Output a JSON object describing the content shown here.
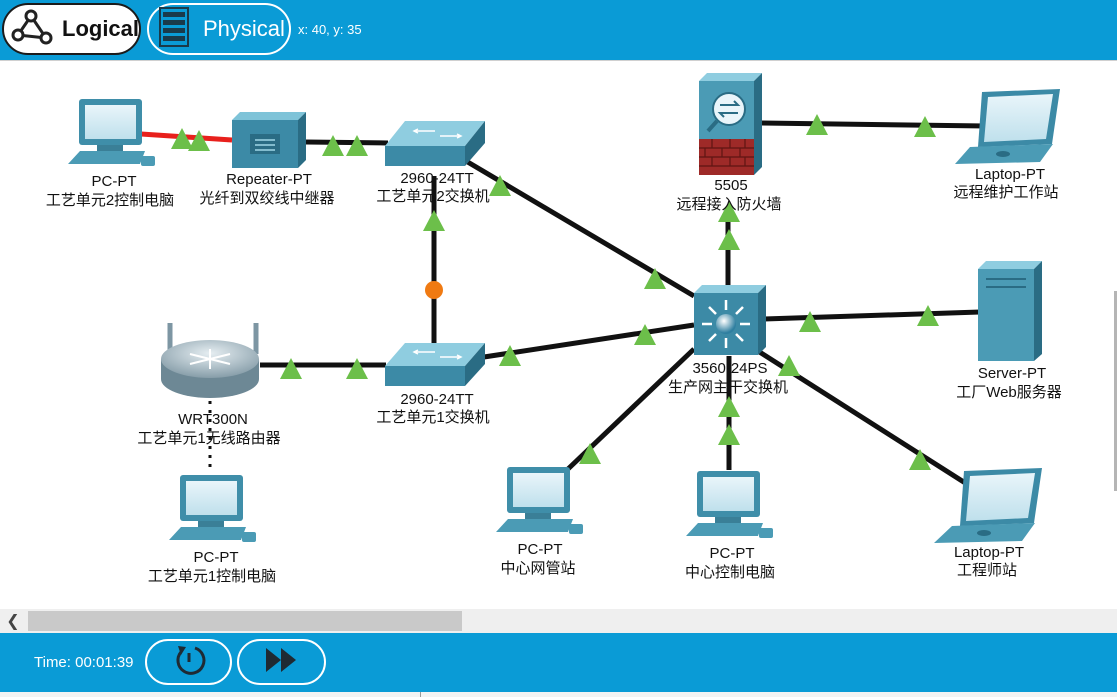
{
  "toolbar": {
    "logical_label": "Logical",
    "physical_label": "Physical",
    "coordinates": "x: 40, y: 35"
  },
  "bottom": {
    "time_text": "Time: 00:01:39"
  },
  "devices": {
    "pc2": {
      "model": "PC-PT",
      "name": "工艺单元2控制电脑"
    },
    "repeater": {
      "model": "Repeater-PT",
      "name": "光纤到双绞线中继器"
    },
    "sw2": {
      "model": "2960-24TT",
      "name": "工艺单元2交换机"
    },
    "firewall": {
      "model": "5505",
      "name": "远程接入防火墙"
    },
    "laptop_remote": {
      "model": "Laptop-PT",
      "name": "远程维护工作站"
    },
    "router": {
      "model": "WRT300N",
      "name": "工艺单元1无线路由器"
    },
    "sw1": {
      "model": "2960-24TT",
      "name": "工艺单元1交换机"
    },
    "core": {
      "model": "3560-24PS",
      "name": "生产网主干交换机"
    },
    "server": {
      "model": "Server-PT",
      "name": "工厂Web服务器"
    },
    "pc1": {
      "model": "PC-PT",
      "name": "工艺单元1控制电脑"
    },
    "pc_nms": {
      "model": "PC-PT",
      "name": "中心网管站"
    },
    "pc_center": {
      "model": "PC-PT",
      "name": "中心控制电脑"
    },
    "laptop_eng": {
      "model": "Laptop-PT",
      "name": "工程师站"
    }
  },
  "colors": {
    "bar": "#0a9bd6",
    "link_up": "#6cbf4a",
    "link_fiber_fault": "#e8201c",
    "link_blocked": "#f07a12"
  }
}
